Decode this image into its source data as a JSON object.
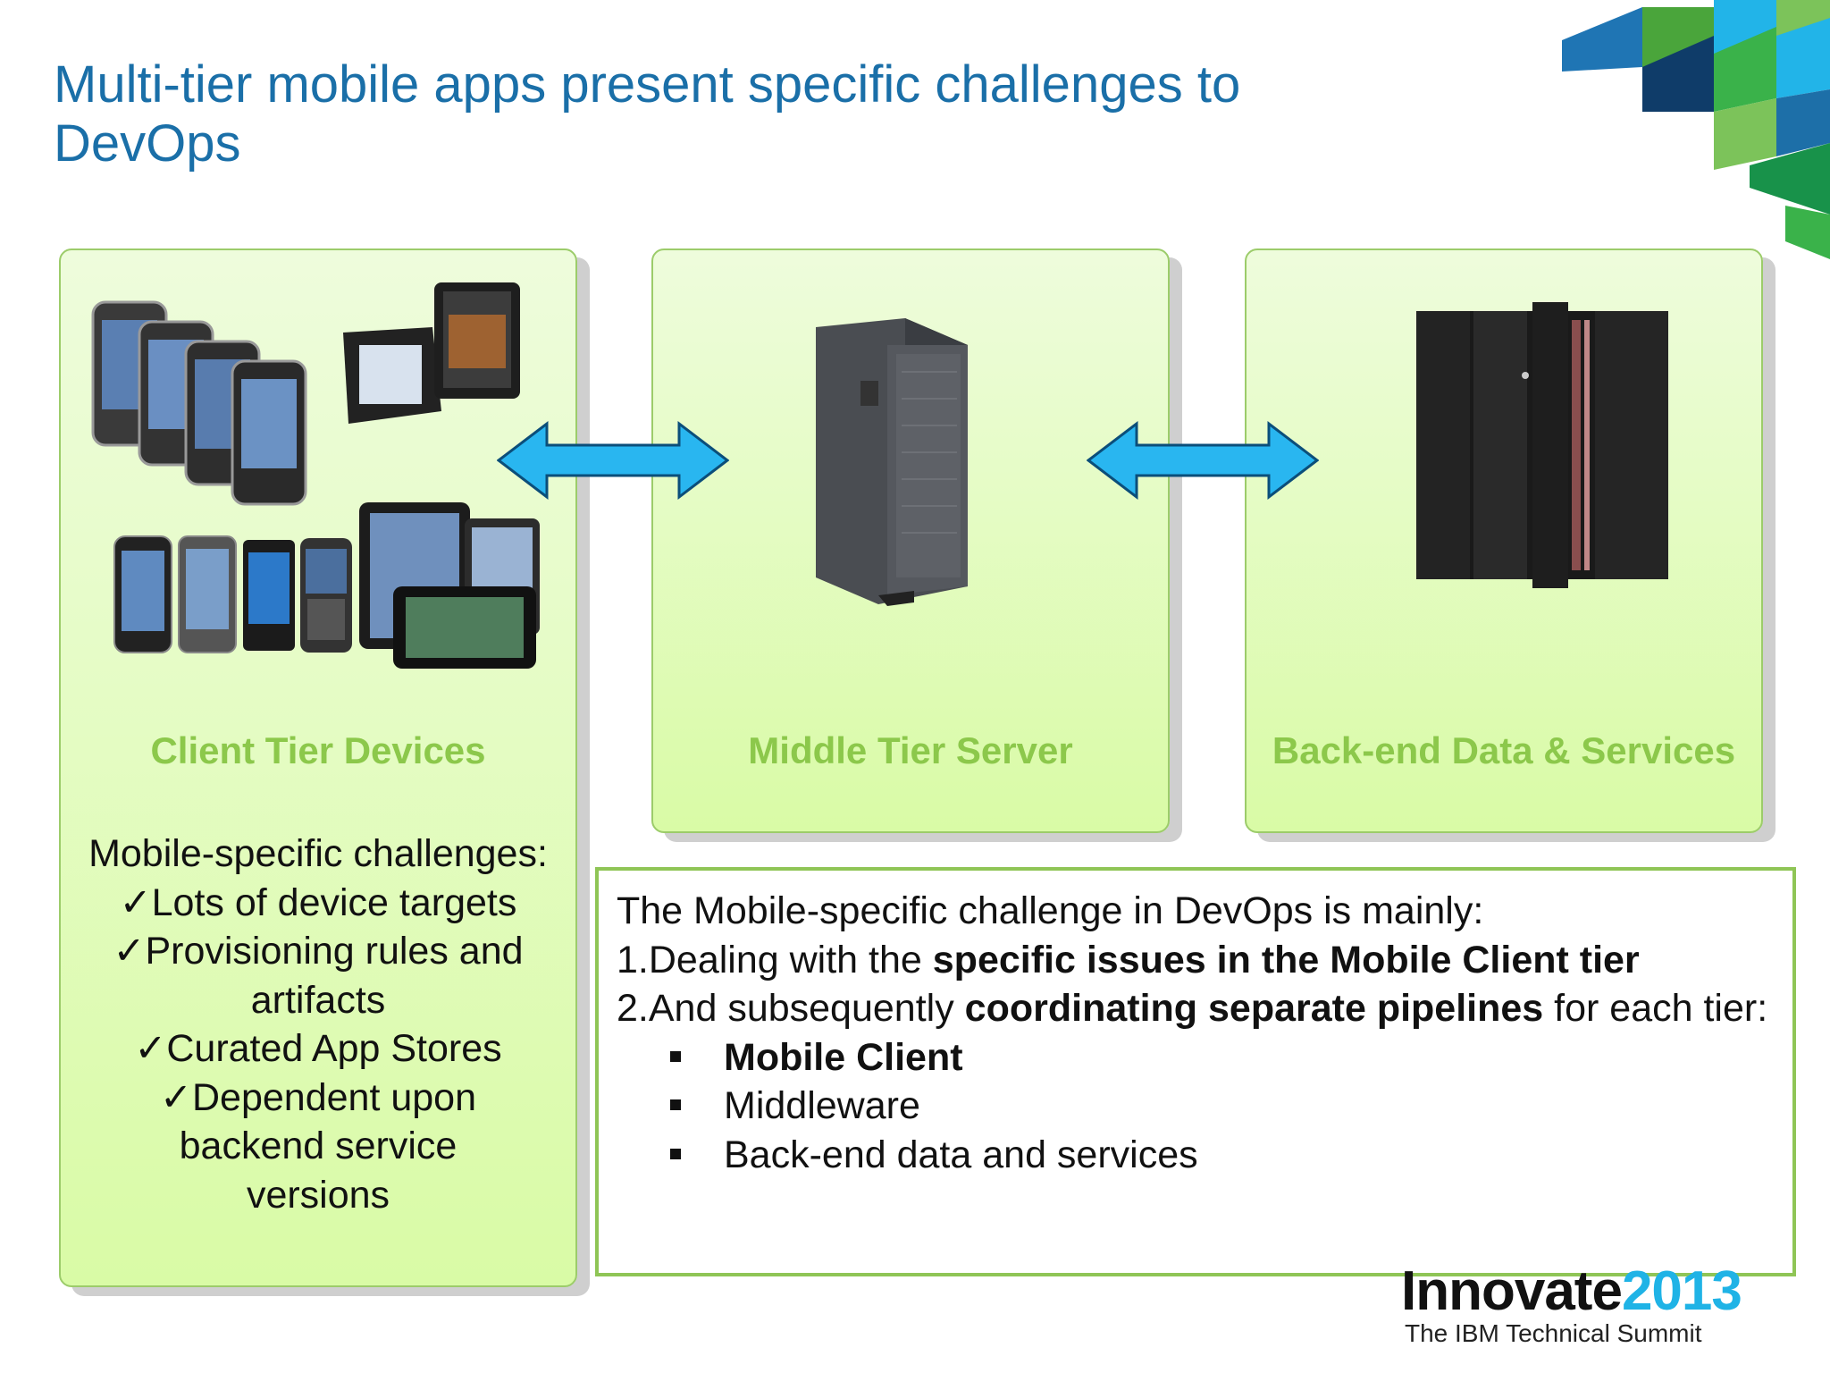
{
  "slide": {
    "title": "Multi-tier mobile apps present specific challenges to DevOps"
  },
  "tiers": {
    "client": {
      "label": "Client Tier Devices",
      "challenges_heading": "Mobile-specific challenges:",
      "challenges": [
        "✓Lots of device targets",
        "✓Provisioning rules and artifacts",
        "✓Curated App Stores",
        "✓Dependent upon backend service versions"
      ]
    },
    "middle": {
      "label": "Middle Tier Server"
    },
    "backend": {
      "label": "Back-end Data & Services"
    }
  },
  "summary": {
    "intro": "The Mobile-specific challenge in DevOps is mainly:",
    "item1_prefix": "1.Dealing with the ",
    "item1_bold": "specific issues in the Mobile Client tier",
    "item2_prefix": "2.And subsequently ",
    "item2_bold": "coordinating separate pipelines",
    "item2_suffix": " for each tier:",
    "bullets": [
      "Mobile Client",
      "Middleware",
      "Back-end data and services"
    ]
  },
  "logo": {
    "word": "Innovate",
    "year": "2013",
    "subtitle": "The IBM Technical Summit"
  },
  "colors": {
    "title": "#1a6fa8",
    "tier_label": "#8cc84b",
    "arrow": "#29b6f0",
    "box_border": "#8fc556"
  }
}
